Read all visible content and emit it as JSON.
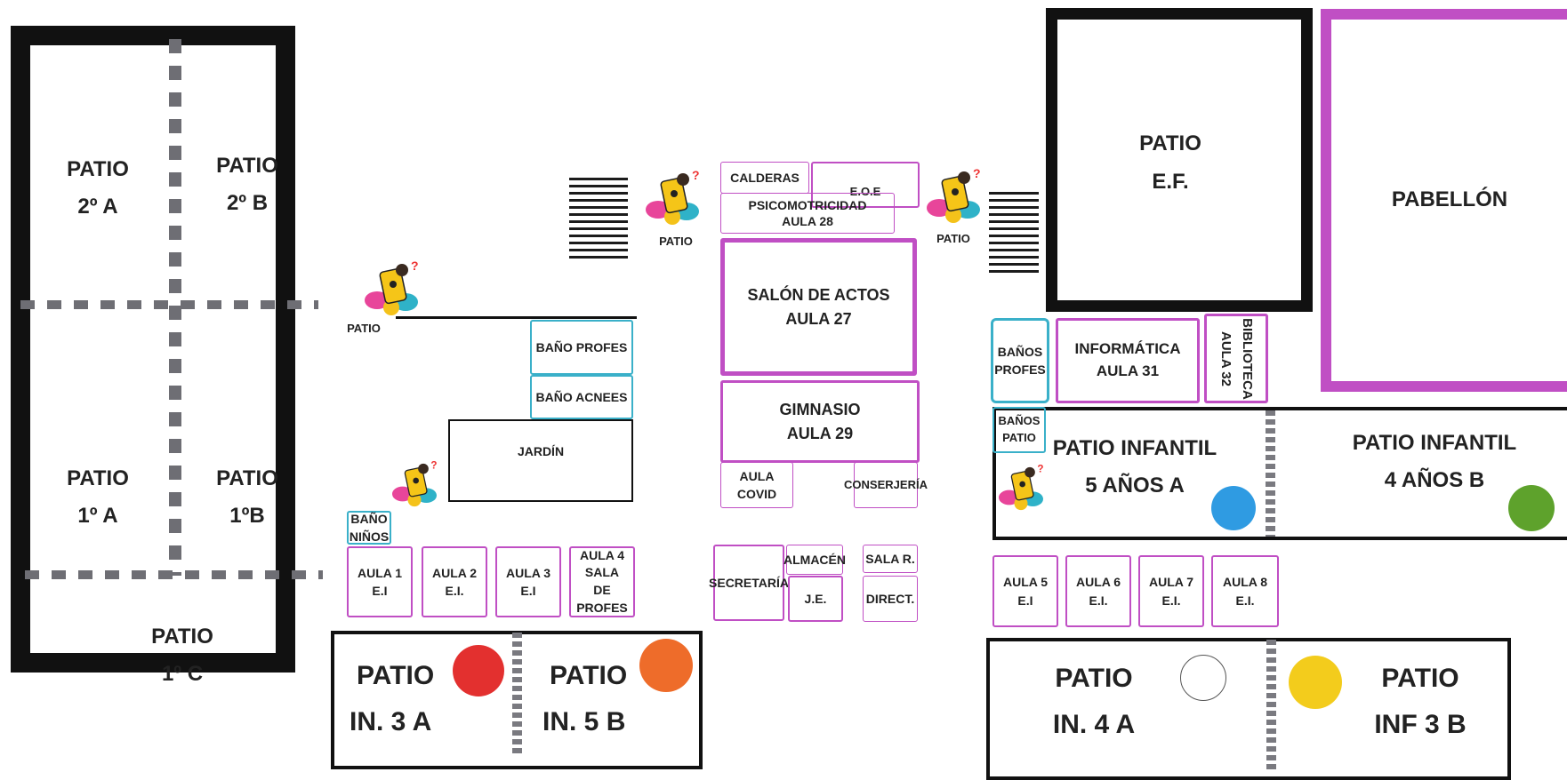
{
  "left_block": {
    "patio_2a": [
      "PATIO",
      "2º A"
    ],
    "patio_2b": [
      "PATIO",
      "2º B"
    ],
    "patio_1a": [
      "PATIO",
      "1º A"
    ],
    "patio_1b": [
      "PATIO",
      "1ºB"
    ],
    "patio_1c": [
      "PATIO",
      "1º C"
    ]
  },
  "patio_labels": [
    "PATIO",
    "PATIO",
    "PATIO"
  ],
  "rooms": {
    "bano_profes": "BAÑO PROFES",
    "bano_acnees": "BAÑO ACNEES",
    "jardin": "JARDÍN",
    "bano_ninos": "BAÑO\nNIÑOS",
    "aula1": "AULA 1\nE.I",
    "aula2": "AULA 2\nE.I.",
    "aula3": "AULA 3\nE.I",
    "aula4": "AULA 4\nSALA\nDE\nPROFES",
    "calderas": "CALDERAS",
    "eoe": "E.O.E",
    "psicomotricidad": "PSICOMOTRICIDAD\nAULA 28",
    "salon_actos": "SALÓN DE ACTOS\nAULA 27",
    "gimnasio": "GIMNASIO\nAULA 29",
    "aula_covid": "AULA\nCOVID",
    "conserjeria": "CONSERJERÍA",
    "secretaria": "SECRETARÍA",
    "almacen": "ALMACÉN",
    "je": "J.E.",
    "sala_r": "SALA R.",
    "direct": "DIRECT.",
    "banos_profes": "BAÑOS\nPROFES",
    "informatica": "INFORMÁTICA\nAULA 31",
    "biblioteca": "BIBLIOTECA\nAULA 32",
    "banos_patio": "BAÑOS\nPATIO",
    "aula5": "AULA 5\nE.I",
    "aula6": "AULA 6\nE.I.",
    "aula7": "AULA 7\nE.I.",
    "aula8": "AULA 8\nE.I."
  },
  "yards": {
    "patio_ef": [
      "PATIO",
      "E.F."
    ],
    "pabellon": "PABELLÓN",
    "infantil_5a": [
      "PATIO INFANTIL",
      "5 AÑOS A"
    ],
    "infantil_4b": [
      "PATIO INFANTIL",
      "4 AÑOS B"
    ],
    "in3a": [
      "PATIO",
      "IN. 3 A"
    ],
    "in5b": [
      "PATIO",
      "IN. 5 B"
    ],
    "in4a": [
      "PATIO",
      "IN. 4 A"
    ],
    "inf3b": [
      "PATIO",
      "INF 3 B"
    ]
  },
  "colors": {
    "red": "#e3302f",
    "orange": "#ee6c2a",
    "blue": "#2f9be2",
    "green": "#5ea22c",
    "yellow": "#f3cc1c",
    "white": "#ffffff",
    "magenta": "#c04fc4",
    "cyan": "#3ab0c9"
  }
}
